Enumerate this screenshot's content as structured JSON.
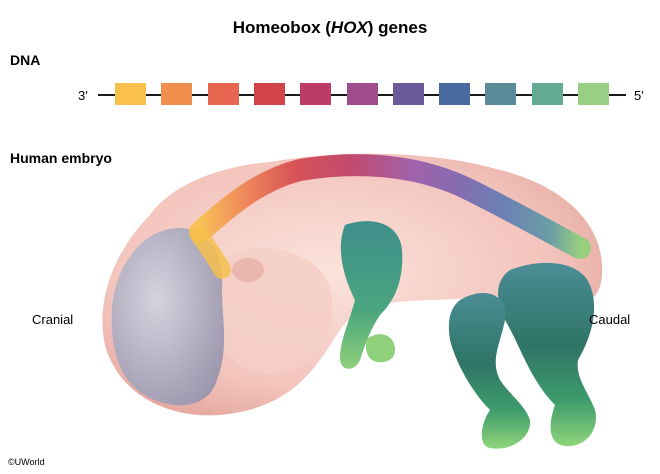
{
  "title": {
    "prefix": "Homeobox (",
    "italic": "HOX",
    "suffix": ") genes"
  },
  "dna": {
    "label": "DNA",
    "left_end": "3′",
    "right_end": "5′",
    "genes": [
      {
        "color": "#f9c04b"
      },
      {
        "color": "#f08e4e"
      },
      {
        "color": "#e7664f"
      },
      {
        "color": "#d1454a"
      },
      {
        "color": "#bd3c66"
      },
      {
        "color": "#9e4c8c"
      },
      {
        "color": "#6a5a9c"
      },
      {
        "color": "#4a6a9f"
      },
      {
        "color": "#5b8a99"
      },
      {
        "color": "#63ab95"
      },
      {
        "color": "#98cf85"
      }
    ]
  },
  "embryo": {
    "label": "Human embryo",
    "cranial_label": "Cranial",
    "caudal_label": "Caudal"
  },
  "copyright": "©UWorld"
}
